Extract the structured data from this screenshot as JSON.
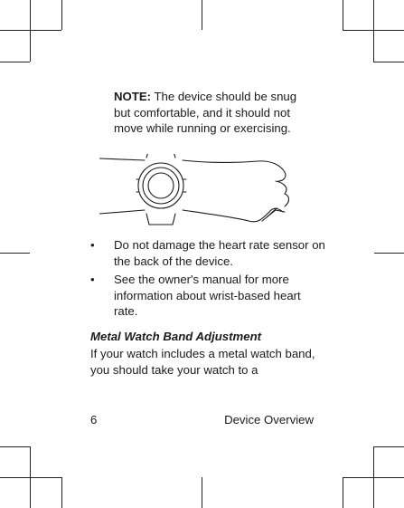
{
  "note": {
    "label": "NOTE:",
    "text": " The device should be snug but comfortable, and it should not move while running or exercising."
  },
  "illustration": {
    "icon": "wrist-watch-placement-icon"
  },
  "bullets": [
    {
      "symbol": "•",
      "text": "Do not damage the heart rate sensor on the back of the device."
    },
    {
      "symbol": "•",
      "text": "See the owner's manual for more information about wrist-based heart rate."
    }
  ],
  "section": {
    "title": "Metal Watch Band Adjustment",
    "body": "If your watch includes a metal watch band, you should take your watch to a"
  },
  "footer": {
    "page_number": "6",
    "running_head": "Device Overview"
  }
}
